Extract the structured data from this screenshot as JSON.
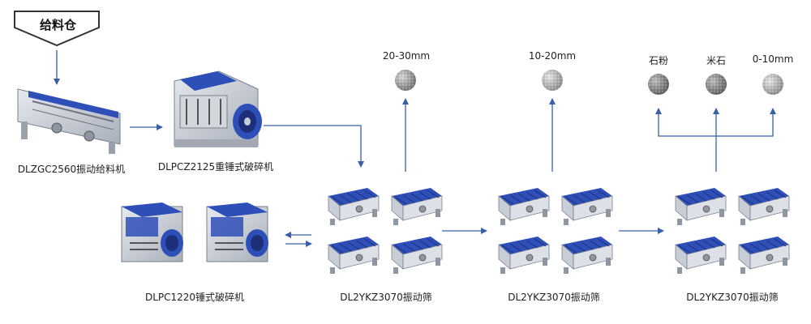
{
  "title_box": {
    "label": "给料仓"
  },
  "machines": {
    "feeder": "DLZGC2560振动给料机",
    "heavy_hammer": "DLPCZ2125重锤式破碎机",
    "hammer_crusher": "DLPC1220锤式破碎机",
    "screen_1": "DL2YKZ3070振动筛",
    "screen_2": "DL2YKZ3070振动筛",
    "screen_3": "DL2YKZ3070振动筛"
  },
  "products": {
    "p1": "20-30mm",
    "p2": "10-20mm",
    "p3": "石粉",
    "p4": "米石",
    "p5": "0-10mm"
  },
  "colors": {
    "arrow": "#3a5ea8",
    "screen_blue": "#2f4fb8",
    "machine_gray": "#c9ced6",
    "box_stroke": "#333333"
  }
}
